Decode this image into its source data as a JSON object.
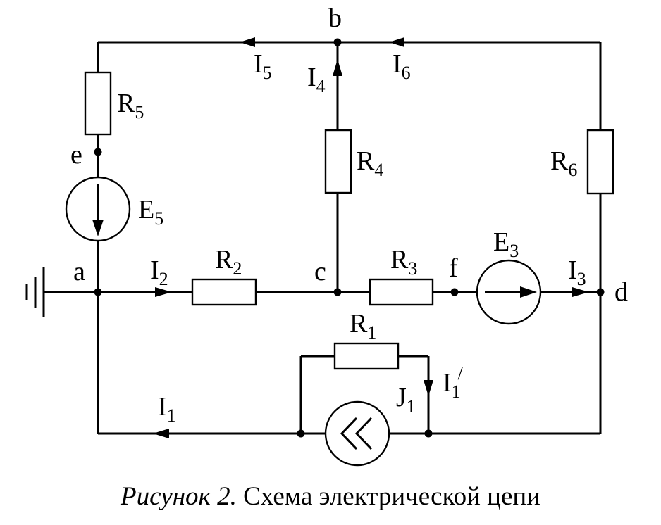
{
  "nodes": {
    "a": "a",
    "b": "b",
    "c": "c",
    "d": "d",
    "e": "e",
    "f": "f"
  },
  "components": {
    "R1": {
      "letter": "R",
      "sub": "1"
    },
    "R2": {
      "letter": "R",
      "sub": "2"
    },
    "R3": {
      "letter": "R",
      "sub": "3"
    },
    "R4": {
      "letter": "R",
      "sub": "4"
    },
    "R5": {
      "letter": "R",
      "sub": "5"
    },
    "R6": {
      "letter": "R",
      "sub": "6"
    },
    "E3": {
      "letter": "E",
      "sub": "3"
    },
    "E5": {
      "letter": "E",
      "sub": "5"
    },
    "J1": {
      "letter": "J",
      "sub": "1"
    }
  },
  "currents": {
    "I1": {
      "letter": "I",
      "sub": "1"
    },
    "I1p": {
      "letter": "I",
      "sub": "1",
      "sup": "/"
    },
    "I2": {
      "letter": "I",
      "sub": "2"
    },
    "I3": {
      "letter": "I",
      "sub": "3"
    },
    "I4": {
      "letter": "I",
      "sub": "4"
    },
    "I5": {
      "letter": "I",
      "sub": "5"
    },
    "I6": {
      "letter": "I",
      "sub": "6"
    }
  },
  "caption": {
    "figure": "Рисунок 2.",
    "text": " Схема электрической цепи"
  }
}
